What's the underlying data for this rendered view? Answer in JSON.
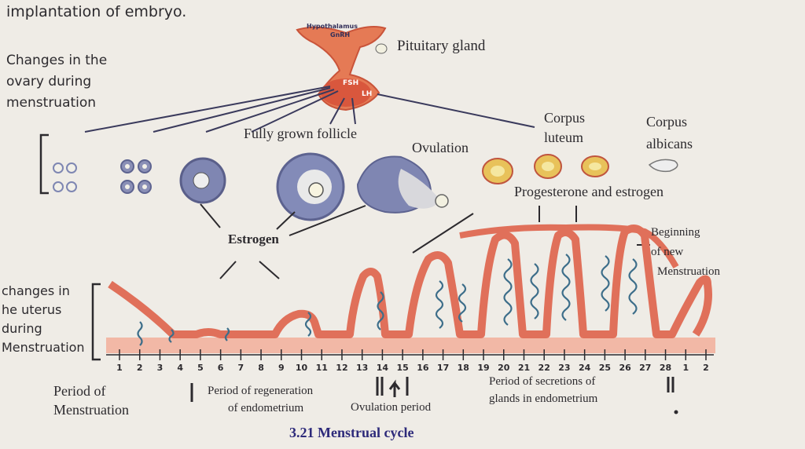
{
  "header_text": "implantation of embryo.",
  "labels": {
    "ovary_changes": [
      "Changes in the",
      "ovary during",
      "menstruation"
    ],
    "hypothalamus": "Hypothalamus",
    "gnrh": "GnRH",
    "fsh": "FSH",
    "lh": "LH",
    "pituitary": "Pituitary gland",
    "fully_grown_follicle": "Fully grown follicle",
    "ovulation": "Ovulation",
    "corpus_luteum": [
      "Corpus",
      "luteum"
    ],
    "corpus_albicans": [
      "Corpus",
      "albicans"
    ],
    "progesterone_estrogen": "Progesterone and estrogen",
    "estrogen": "Estrogen",
    "beginning": [
      "Beginning",
      "of new",
      "Menstruation"
    ],
    "uterus_changes": [
      "changes in",
      "he uterus",
      "during",
      "Menstruation"
    ]
  },
  "days": [
    "1",
    "2",
    "3",
    "4",
    "5",
    "6",
    "7",
    "8",
    "9",
    "10",
    "11",
    "12",
    "13",
    "14",
    "15",
    "16",
    "17",
    "18",
    "19",
    "20",
    "21",
    "22",
    "23",
    "24",
    "25",
    "26",
    "27",
    "28",
    "1",
    "2"
  ],
  "phases": {
    "menstruation": [
      "Period of",
      "Menstruation"
    ],
    "regeneration": [
      "Period of regeneration",
      "of endometrium"
    ],
    "ovulation": "Ovulation period",
    "secretion": [
      "Period of secretions of",
      "glands in endometrium"
    ]
  },
  "caption": "3.21 Menstrual cycle",
  "colors": {
    "paper": "#efece6",
    "uterus": "#e0705a",
    "uterus_light": "#f2b8a6",
    "gland": "#3d6e8a",
    "follicle": "#8a8fb6",
    "corpus_luteum": "#e8c25a",
    "ink": "#2c2a2e"
  }
}
